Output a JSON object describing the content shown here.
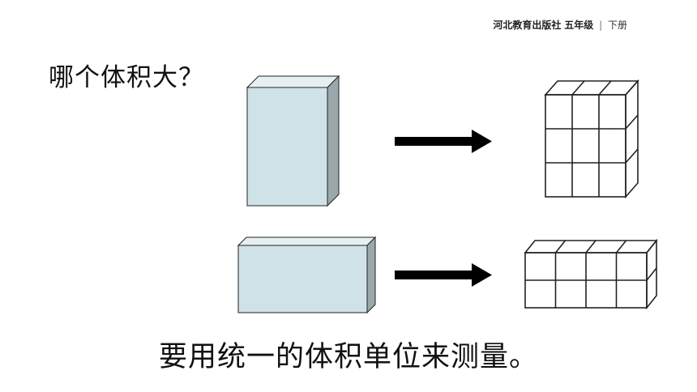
{
  "header": {
    "publisher": "河北教育出版社",
    "grade": "五年级",
    "separator": "|",
    "volume": "下册"
  },
  "question": "哪个体积大？",
  "conclusion": "要用统一的体积单位来测量。",
  "colors": {
    "box_face": "#cfe2e8",
    "box_side": "#9aa8ac",
    "box_top": "#e6f0f3",
    "arrow": "#000000"
  }
}
